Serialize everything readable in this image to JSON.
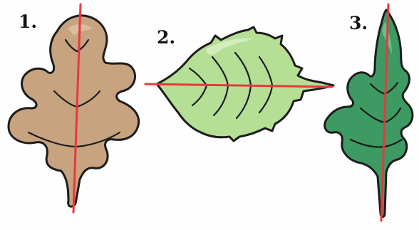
{
  "figure": {
    "labels": [
      "1.",
      "2.",
      "3."
    ],
    "leaves": [
      {
        "label": "1.",
        "fill_color": "#c8a380",
        "highlight_color": "#dec3a6",
        "symmetry_line": "vertical"
      },
      {
        "label": "2.",
        "fill_color": "#b6df96",
        "highlight_color": "#d6efc0",
        "symmetry_line": "horizontal"
      },
      {
        "label": "3.",
        "fill_color": "#3e9a63",
        "highlight_color": "#72c08e",
        "symmetry_line": "vertical"
      }
    ],
    "outline_color": "#1c1c1c",
    "symmetry_line_color": "#e8383d"
  }
}
